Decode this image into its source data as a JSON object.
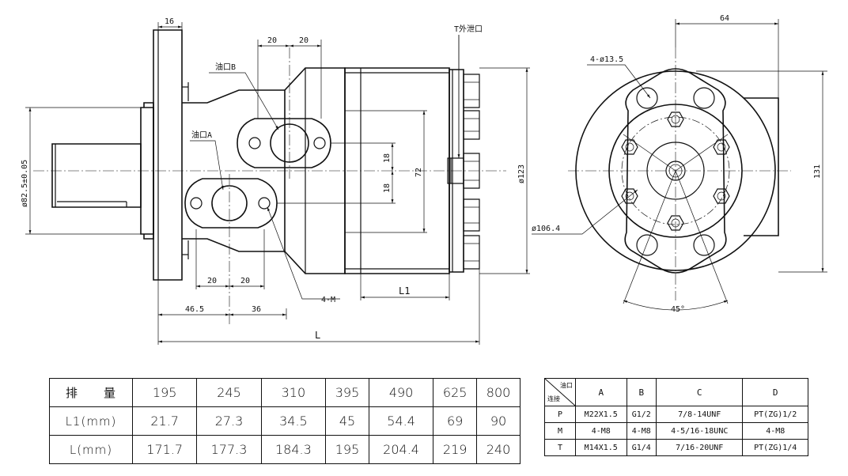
{
  "side_view": {
    "dims": {
      "flange_width": "16",
      "port_pitch_b1": "20",
      "port_pitch_b2": "20",
      "pilot_dia": "ø82.5±0.05",
      "port_offset_1": "18",
      "port_offset_2": "18",
      "port_span": "72",
      "body_dia": "ø123",
      "lower_pitch_1": "20",
      "lower_pitch_2": "20",
      "dist_1": "46.5",
      "dist_2": "36",
      "length_l1": "L1",
      "length_l": "L"
    },
    "labels": {
      "port_b": "油口B",
      "port_a": "油口A",
      "drain_t": "T外泄口",
      "mount_thread": "4-M"
    }
  },
  "front_view": {
    "dims": {
      "bolt_holes": "4-ø13.5",
      "offset_64": "64",
      "height_131": "131",
      "bolt_circle": "ø106.4",
      "angle": "45°"
    }
  },
  "table1": {
    "headers": [
      "排　　量",
      "L1(mm)",
      "L(mm)"
    ],
    "rows": [
      [
        "195",
        "245",
        "310",
        "395",
        "490",
        "625",
        "800"
      ],
      [
        "21.7",
        "27.3",
        "34.5",
        "45",
        "54.4",
        "69",
        "90"
      ],
      [
        "171.7",
        "177.3",
        "184.3",
        "195",
        "204.4",
        "219",
        "240"
      ]
    ]
  },
  "table2": {
    "corner_top": "油口",
    "corner_bottom": "连接",
    "columns": [
      "A",
      "B",
      "C",
      "D"
    ],
    "rows": [
      {
        "label": "P",
        "cells": [
          "M22X1.5",
          "G1/2",
          "7/8-14UNF",
          "PT(ZG)1/2"
        ]
      },
      {
        "label": "M",
        "cells": [
          "4-M8",
          "4-M8",
          "4-5/16-18UNC",
          "4-M8"
        ]
      },
      {
        "label": "T",
        "cells": [
          "M14X1.5",
          "G1/4",
          "7/16-20UNF",
          "PT(ZG)1/4"
        ]
      }
    ]
  }
}
